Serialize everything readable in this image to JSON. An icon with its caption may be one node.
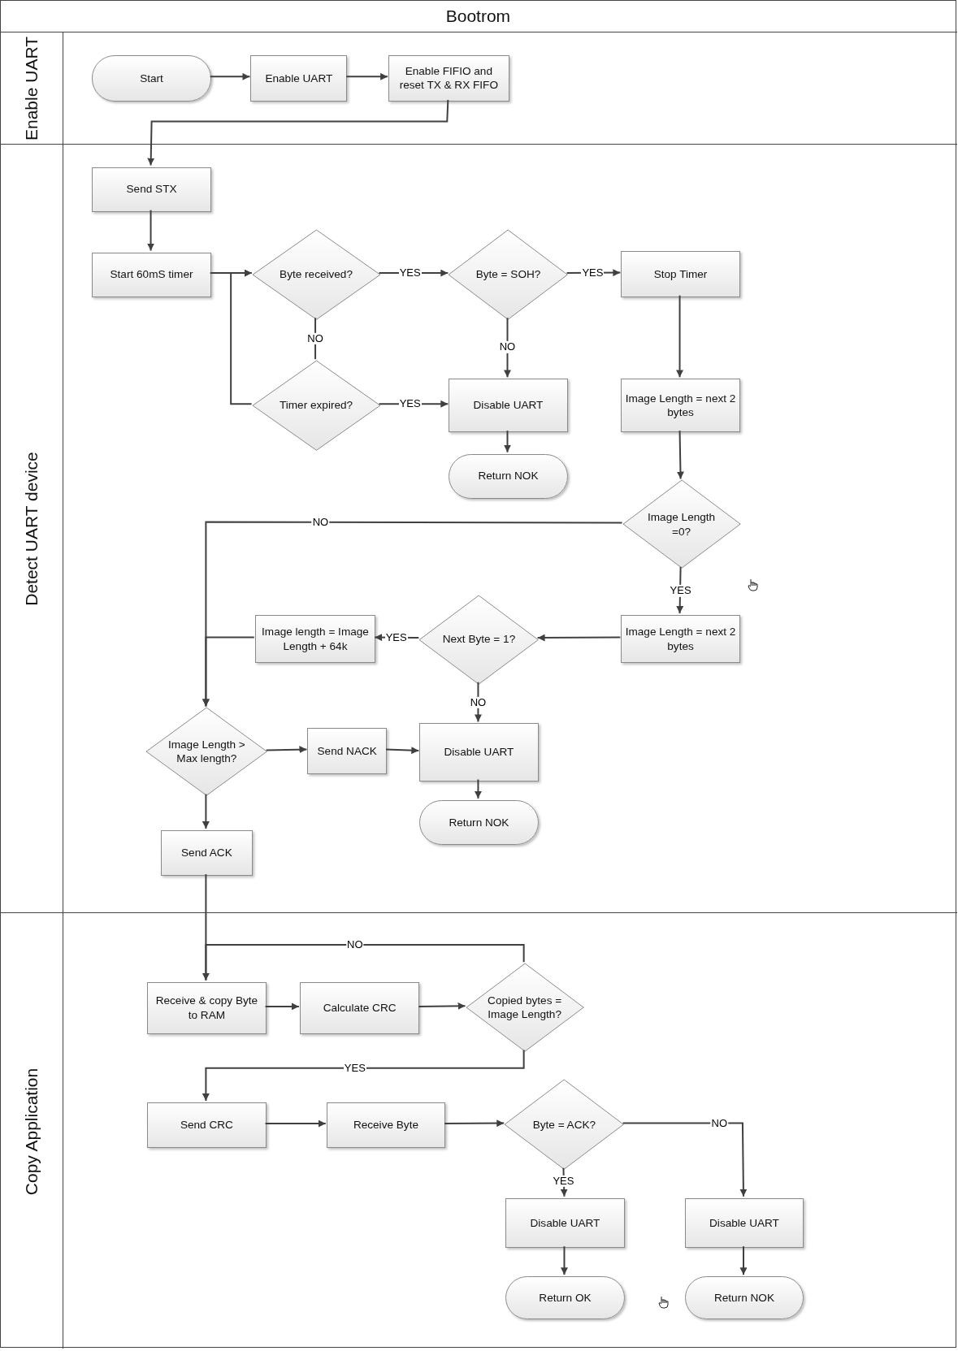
{
  "diagram": {
    "nodes": [
      {
        "text": [
          "Bootrom"
        ]
      },
      {
        "text": [
          "Enable UART"
        ],
        "in": 0
      },
      {
        "text": [
          "Detect UART device"
        ],
        "in": 0
      },
      {
        "text": [
          "Copy Application"
        ],
        "in": 0
      },
      {
        "text": [
          "Start"
        ],
        "in": 1
      },
      {
        "text": [
          "Enable UART"
        ],
        "in": 1
      },
      {
        "text": [
          "Enable FIFIO and reset TX & RX FIFO"
        ],
        "in": 1
      },
      {
        "text": [
          "Send STX"
        ],
        "in": 2
      },
      {
        "text": [
          "Start 60mS timer"
        ],
        "in": 2
      },
      {
        "text": [
          "Byte received?"
        ],
        "in": 2
      },
      {
        "text": [
          "Byte = SOH?"
        ],
        "in": 2
      },
      {
        "text": [
          "Stop Timer"
        ],
        "in": 2
      },
      {
        "text": [
          "Timer expired?"
        ],
        "in": 2
      },
      {
        "text": [
          "Disable UART"
        ],
        "in": 2
      },
      {
        "text": [
          "Return NOK"
        ],
        "in": 2
      },
      {
        "text": [
          "Image Length = next 2 bytes"
        ],
        "in": 2
      },
      {
        "text": [
          "Image Length =0?"
        ],
        "in": 2
      },
      {
        "text": [
          "Image Length = next 2 bytes"
        ],
        "in": 2
      },
      {
        "text": [
          "Next Byte = 1?"
        ],
        "in": 2
      },
      {
        "text": [
          "Image length = Image Length + 64k"
        ],
        "in": 2
      },
      {
        "text": [
          "Image Length > Max length?"
        ],
        "in": 2
      },
      {
        "text": [
          "Send NACK"
        ],
        "in": 2
      },
      {
        "text": [
          "Disable UART"
        ],
        "in": 2
      },
      {
        "text": [
          "Return NOK"
        ],
        "in": 2
      },
      {
        "text": [
          "Send ACK"
        ],
        "in": 2
      },
      {
        "text": [
          "Receive & copy Byte to RAM"
        ],
        "in": 3
      },
      {
        "text": [
          "Calculate CRC"
        ],
        "in": 3
      },
      {
        "text": [
          "Copied bytes = Image Length?"
        ],
        "in": 3
      },
      {
        "text": [
          "Send CRC"
        ],
        "in": 3
      },
      {
        "text": [
          "Receive Byte"
        ],
        "in": 3
      },
      {
        "text": [
          "Byte = ACK?"
        ],
        "in": 3
      },
      {
        "text": [
          "Disable UART"
        ],
        "in": 3
      },
      {
        "text": [
          "Disable UART"
        ],
        "in": 3
      },
      {
        "text": [
          "Return OK"
        ],
        "in": 3
      },
      {
        "text": [
          "Return NOK"
        ],
        "in": 3
      }
    ],
    "edges": [
      {
        "from": 4,
        "to": 5,
        "arrow": "to"
      },
      {
        "from": 5,
        "to": 6,
        "arrow": "to"
      },
      {
        "from": 6,
        "to": 7,
        "arrow": "to"
      },
      {
        "from": 7,
        "to": 8,
        "arrow": "to"
      },
      {
        "from": 8,
        "to": 9,
        "arrow": "to"
      },
      {
        "from": 9,
        "to": 10,
        "label": "YES",
        "arrow": "to"
      },
      {
        "from": 10,
        "to": 11,
        "label": "YES",
        "arrow": "to"
      },
      {
        "from": 9,
        "to": 12,
        "label": "NO",
        "arrow": "none"
      },
      {
        "from": 10,
        "to": 13,
        "label": "NO",
        "arrow": "to"
      },
      {
        "from": 12,
        "to": 13,
        "label": "YES",
        "arrow": "to"
      },
      {
        "from": 12,
        "to": 9,
        "arrow": "to"
      },
      {
        "from": 13,
        "to": 14,
        "arrow": "to"
      },
      {
        "from": 11,
        "to": 15,
        "arrow": "to"
      },
      {
        "from": 15,
        "to": 16,
        "arrow": "to"
      },
      {
        "from": 16,
        "to": 20,
        "label": "NO",
        "arrow": "to"
      },
      {
        "from": 16,
        "to": 17,
        "label": "YES",
        "arrow": "to"
      },
      {
        "from": 17,
        "to": 18,
        "arrow": "to"
      },
      {
        "from": 18,
        "to": 19,
        "label": "YES",
        "arrow": "to"
      },
      {
        "from": 18,
        "to": 22,
        "label": "NO",
        "arrow": "to"
      },
      {
        "from": 19,
        "to": 20,
        "arrow": "to"
      },
      {
        "from": 20,
        "to": 21,
        "arrow": "to"
      },
      {
        "from": 21,
        "to": 22,
        "arrow": "to"
      },
      {
        "from": 22,
        "to": 23,
        "arrow": "to"
      },
      {
        "from": 20,
        "to": 24,
        "arrow": "to"
      },
      {
        "from": 24,
        "to": 25,
        "arrow": "to"
      },
      {
        "from": 27,
        "to": 25,
        "label": "NO",
        "arrow": "to"
      },
      {
        "from": 25,
        "to": 26,
        "arrow": "to"
      },
      {
        "from": 26,
        "to": 27,
        "arrow": "to"
      },
      {
        "from": 27,
        "to": 28,
        "label": "YES",
        "arrow": "to"
      },
      {
        "from": 28,
        "to": 29,
        "arrow": "to"
      },
      {
        "from": 29,
        "to": 30,
        "arrow": "to"
      },
      {
        "from": 30,
        "to": 31,
        "label": "YES",
        "arrow": "to"
      },
      {
        "from": 30,
        "to": 32,
        "label": "NO",
        "arrow": "to"
      },
      {
        "from": 31,
        "to": 33,
        "arrow": "to"
      },
      {
        "from": 32,
        "to": 34,
        "arrow": "to"
      }
    ]
  }
}
